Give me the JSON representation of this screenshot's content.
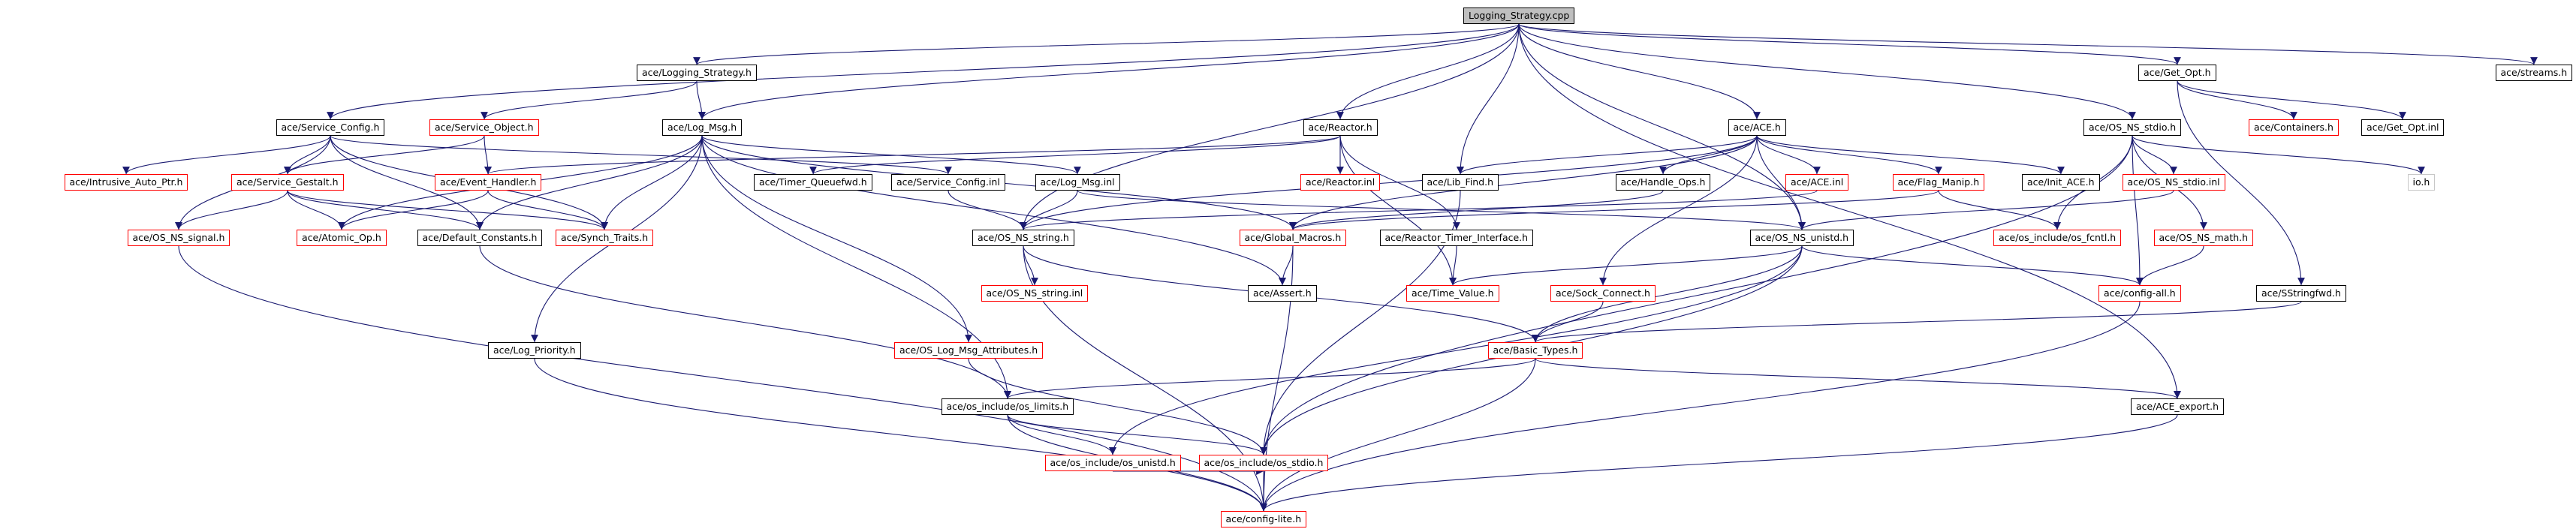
{
  "graph": {
    "colors": {
      "edge": "#191970",
      "external_border": "#ff0000",
      "documented_border": "#000000",
      "root_fill": "#bfbfbf"
    },
    "nodes": [
      {
        "id": "root",
        "label": "Logging_Strategy.cpp",
        "kind": "root"
      },
      {
        "id": "LogStrat",
        "label": "ace/Logging_Strategy.h",
        "kind": "doc"
      },
      {
        "id": "GetOpt",
        "label": "ace/Get_Opt.h",
        "kind": "doc"
      },
      {
        "id": "streams",
        "label": "ace/streams.h",
        "kind": "doc"
      },
      {
        "id": "SvcConf",
        "label": "ace/Service_Config.h",
        "kind": "doc"
      },
      {
        "id": "SvcObj",
        "label": "ace/Service_Object.h",
        "kind": "ext"
      },
      {
        "id": "LogMsg",
        "label": "ace/Log_Msg.h",
        "kind": "doc"
      },
      {
        "id": "Reactor",
        "label": "ace/Reactor.h",
        "kind": "doc"
      },
      {
        "id": "ACEh",
        "label": "ace/ACE.h",
        "kind": "doc"
      },
      {
        "id": "OSNSstdio",
        "label": "ace/OS_NS_stdio.h",
        "kind": "doc"
      },
      {
        "id": "Containers",
        "label": "ace/Containers.h",
        "kind": "ext"
      },
      {
        "id": "GetOptInl",
        "label": "ace/Get_Opt.inl",
        "kind": "doc"
      },
      {
        "id": "IntrAuto",
        "label": "ace/Intrusive_Auto_Ptr.h",
        "kind": "ext"
      },
      {
        "id": "SvcGest",
        "label": "ace/Service_Gestalt.h",
        "kind": "ext"
      },
      {
        "id": "EvtHandler",
        "label": "ace/Event_Handler.h",
        "kind": "ext"
      },
      {
        "id": "TimerQ",
        "label": "ace/Timer_Queuefwd.h",
        "kind": "doc"
      },
      {
        "id": "SvcConfInl",
        "label": "ace/Service_Config.inl",
        "kind": "doc"
      },
      {
        "id": "LogMsgInl",
        "label": "ace/Log_Msg.inl",
        "kind": "doc"
      },
      {
        "id": "ReactorInl",
        "label": "ace/Reactor.inl",
        "kind": "ext"
      },
      {
        "id": "LibFind",
        "label": "ace/Lib_Find.h",
        "kind": "doc"
      },
      {
        "id": "HandleOps",
        "label": "ace/Handle_Ops.h",
        "kind": "doc"
      },
      {
        "id": "ACEinl",
        "label": "ace/ACE.inl",
        "kind": "ext"
      },
      {
        "id": "FlagManip",
        "label": "ace/Flag_Manip.h",
        "kind": "ext"
      },
      {
        "id": "InitACE",
        "label": "ace/Init_ACE.h",
        "kind": "doc"
      },
      {
        "id": "OSNSstdioInl",
        "label": "ace/OS_NS_stdio.inl",
        "kind": "ext"
      },
      {
        "id": "ioh",
        "label": "io.h",
        "kind": "none"
      },
      {
        "id": "OSNSsignal",
        "label": "ace/OS_NS_signal.h",
        "kind": "ext"
      },
      {
        "id": "AtomicOp",
        "label": "ace/Atomic_Op.h",
        "kind": "ext"
      },
      {
        "id": "DefConst",
        "label": "ace/Default_Constants.h",
        "kind": "doc"
      },
      {
        "id": "SynchTraits",
        "label": "ace/Synch_Traits.h",
        "kind": "ext"
      },
      {
        "id": "OSNSstring",
        "label": "ace/OS_NS_string.h",
        "kind": "doc"
      },
      {
        "id": "GlobalMacros",
        "label": "ace/Global_Macros.h",
        "kind": "ext"
      },
      {
        "id": "ReactorTimer",
        "label": "ace/Reactor_Timer_Interface.h",
        "kind": "doc"
      },
      {
        "id": "OSNSunistd",
        "label": "ace/OS_NS_unistd.h",
        "kind": "doc"
      },
      {
        "id": "osfcntl",
        "label": "ace/os_include/os_fcntl.h",
        "kind": "ext"
      },
      {
        "id": "OSNSmath",
        "label": "ace/OS_NS_math.h",
        "kind": "ext"
      },
      {
        "id": "OSNSstringInl",
        "label": "ace/OS_NS_string.inl",
        "kind": "ext"
      },
      {
        "id": "Assert",
        "label": "ace/Assert.h",
        "kind": "doc"
      },
      {
        "id": "TimeValue",
        "label": "ace/Time_Value.h",
        "kind": "ext"
      },
      {
        "id": "SockConnect",
        "label": "ace/Sock_Connect.h",
        "kind": "ext"
      },
      {
        "id": "configall",
        "label": "ace/config-all.h",
        "kind": "ext"
      },
      {
        "id": "SStringfwd",
        "label": "ace/SStringfwd.h",
        "kind": "doc"
      },
      {
        "id": "LogPriority",
        "label": "ace/Log_Priority.h",
        "kind": "doc"
      },
      {
        "id": "LogMsgAttr",
        "label": "ace/OS_Log_Msg_Attributes.h",
        "kind": "ext"
      },
      {
        "id": "BasicTypes",
        "label": "ace/Basic_Types.h",
        "kind": "ext"
      },
      {
        "id": "oslimits",
        "label": "ace/os_include/os_limits.h",
        "kind": "doc"
      },
      {
        "id": "ACEexport",
        "label": "ace/ACE_export.h",
        "kind": "doc"
      },
      {
        "id": "osunistd",
        "label": "ace/os_include/os_unistd.h",
        "kind": "ext"
      },
      {
        "id": "osstdio",
        "label": "ace/os_include/os_stdio.h",
        "kind": "ext"
      },
      {
        "id": "configlite",
        "label": "ace/config-lite.h",
        "kind": "ext"
      }
    ],
    "edges": [
      [
        "root",
        "LogStrat"
      ],
      [
        "root",
        "GetOpt"
      ],
      [
        "root",
        "streams"
      ],
      [
        "root",
        "SvcConf"
      ],
      [
        "root",
        "LogMsg"
      ],
      [
        "root",
        "Reactor"
      ],
      [
        "root",
        "ACEh"
      ],
      [
        "root",
        "OSNSstdio"
      ],
      [
        "root",
        "LibFind"
      ],
      [
        "root",
        "OSNSstring"
      ],
      [
        "root",
        "OSNSunistd"
      ],
      [
        "root",
        "ACEexport"
      ],
      [
        "LogStrat",
        "SvcObj"
      ],
      [
        "LogStrat",
        "LogMsg"
      ],
      [
        "GetOpt",
        "Containers"
      ],
      [
        "GetOpt",
        "GetOptInl"
      ],
      [
        "GetOpt",
        "SStringfwd"
      ],
      [
        "SvcConf",
        "IntrAuto"
      ],
      [
        "SvcConf",
        "SvcGest"
      ],
      [
        "SvcConf",
        "DefConst"
      ],
      [
        "SvcConf",
        "SynchTraits"
      ],
      [
        "SvcConf",
        "SvcConfInl"
      ],
      [
        "SvcConf",
        "OSNSsignal"
      ],
      [
        "SvcObj",
        "SvcGest"
      ],
      [
        "SvcObj",
        "EvtHandler"
      ],
      [
        "LogMsg",
        "DefConst"
      ],
      [
        "LogMsg",
        "SynchTraits"
      ],
      [
        "LogMsg",
        "LogMsgInl"
      ],
      [
        "LogMsg",
        "LogPriority"
      ],
      [
        "LogMsg",
        "LogMsgAttr"
      ],
      [
        "LogMsg",
        "oslimits"
      ],
      [
        "LogMsg",
        "Assert"
      ],
      [
        "LogMsg",
        "AtomicOp"
      ],
      [
        "LogMsg",
        "GlobalMacros"
      ],
      [
        "Reactor",
        "TimerQ"
      ],
      [
        "Reactor",
        "ReactorInl"
      ],
      [
        "Reactor",
        "EvtHandler"
      ],
      [
        "Reactor",
        "ReactorTimer"
      ],
      [
        "Reactor",
        "TimeValue"
      ],
      [
        "ACEh",
        "LibFind"
      ],
      [
        "ACEh",
        "HandleOps"
      ],
      [
        "ACEh",
        "ACEinl"
      ],
      [
        "ACEh",
        "FlagManip"
      ],
      [
        "ACEh",
        "InitACE"
      ],
      [
        "ACEh",
        "SockConnect"
      ],
      [
        "ACEh",
        "OSNSunistd"
      ],
      [
        "ACEh",
        "GlobalMacros"
      ],
      [
        "ACEh",
        "OSNSstring"
      ],
      [
        "OSNSstdio",
        "OSNSstdioInl"
      ],
      [
        "OSNSstdio",
        "ioh"
      ],
      [
        "OSNSstdio",
        "configall"
      ],
      [
        "OSNSstdio",
        "OSNSmath"
      ],
      [
        "OSNSstdio",
        "osstdio"
      ],
      [
        "OSNSstdio",
        "osfcntl"
      ],
      [
        "SvcGest",
        "OSNSsignal"
      ],
      [
        "SvcGest",
        "AtomicOp"
      ],
      [
        "SvcGest",
        "DefConst"
      ],
      [
        "SvcGest",
        "SynchTraits"
      ],
      [
        "EvtHandler",
        "AtomicOp"
      ],
      [
        "EvtHandler",
        "SynchTraits"
      ],
      [
        "SvcConfInl",
        "OSNSstring"
      ],
      [
        "LogMsgInl",
        "OSNSstring"
      ],
      [
        "LogMsgInl",
        "OSNSunistd"
      ],
      [
        "LibFind",
        "osstdio"
      ],
      [
        "HandleOps",
        "GlobalMacros"
      ],
      [
        "ACEinl",
        "OSNSstring"
      ],
      [
        "FlagManip",
        "osfcntl"
      ],
      [
        "FlagManip",
        "GlobalMacros"
      ],
      [
        "OSNSstdioInl",
        "OSNSunistd"
      ],
      [
        "OSNSsignal",
        "configlite"
      ],
      [
        "DefConst",
        "oslimits"
      ],
      [
        "OSNSstring",
        "OSNSstringInl"
      ],
      [
        "OSNSstring",
        "BasicTypes"
      ],
      [
        "OSNSstring",
        "configlite"
      ],
      [
        "GlobalMacros",
        "Assert"
      ],
      [
        "GlobalMacros",
        "configlite"
      ],
      [
        "ReactorTimer",
        "TimeValue"
      ],
      [
        "OSNSunistd",
        "TimeValue"
      ],
      [
        "OSNSunistd",
        "BasicTypes"
      ],
      [
        "OSNSunistd",
        "configall"
      ],
      [
        "OSNSunistd",
        "osunistd"
      ],
      [
        "OSNSunistd",
        "osstdio"
      ],
      [
        "OSNSmath",
        "configall"
      ],
      [
        "SockConnect",
        "BasicTypes"
      ],
      [
        "configall",
        "configlite"
      ],
      [
        "SStringfwd",
        "BasicTypes"
      ],
      [
        "LogPriority",
        "configlite"
      ],
      [
        "LogMsgAttr",
        "osstdio"
      ],
      [
        "BasicTypes",
        "oslimits"
      ],
      [
        "BasicTypes",
        "ACEexport"
      ],
      [
        "BasicTypes",
        "configlite"
      ],
      [
        "oslimits",
        "osunistd"
      ],
      [
        "oslimits",
        "osstdio"
      ],
      [
        "oslimits",
        "configlite"
      ],
      [
        "ACEexport",
        "configlite"
      ],
      [
        "osunistd",
        "osstdio"
      ],
      [
        "osstdio",
        "configlite"
      ]
    ]
  }
}
